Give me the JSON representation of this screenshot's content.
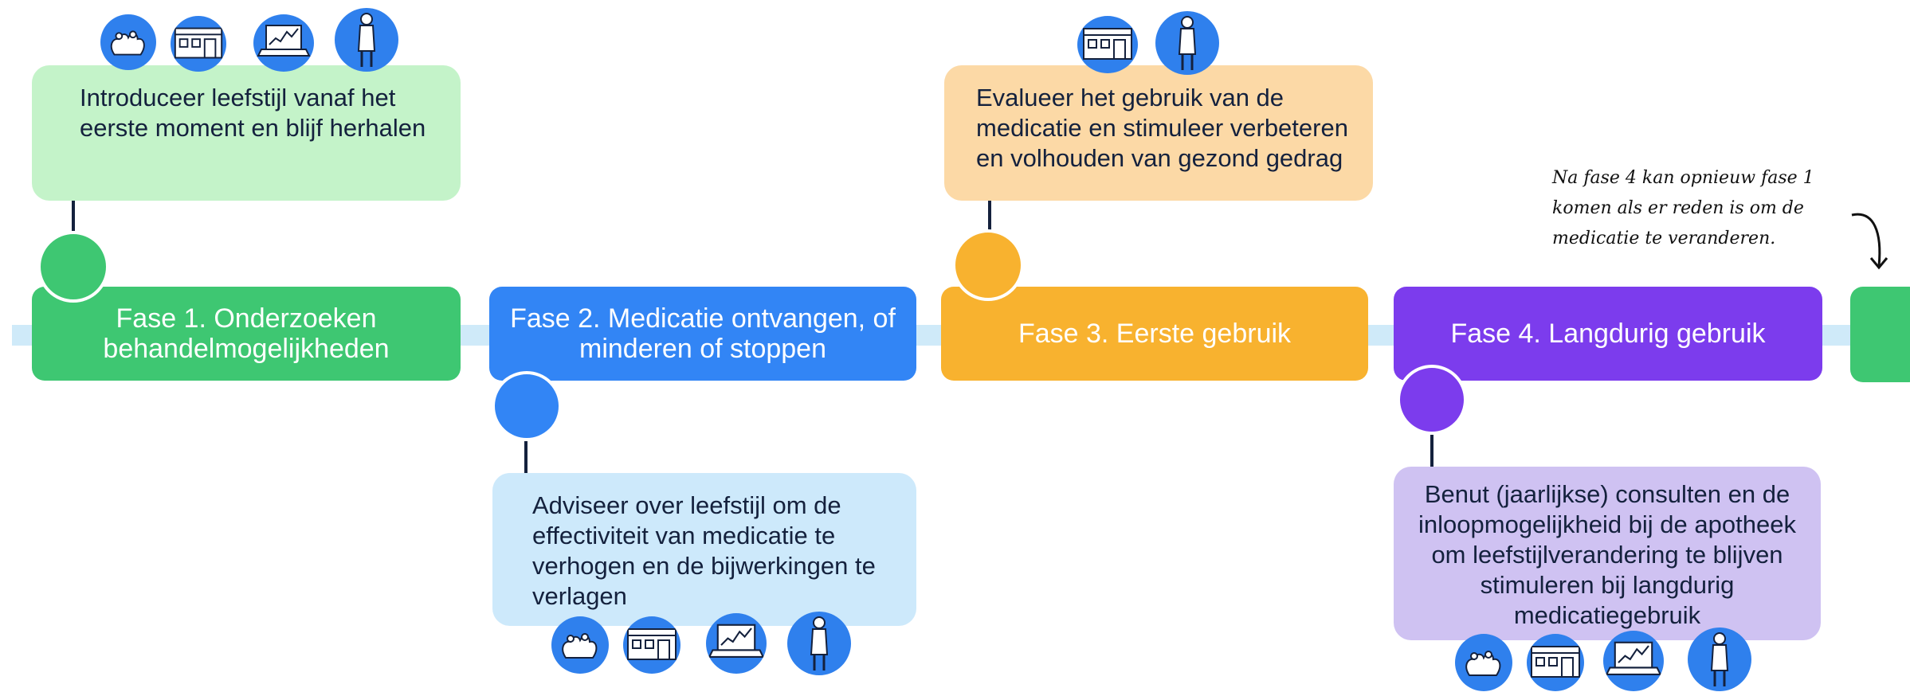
{
  "colors": {
    "phase1": "#3ec772",
    "phase2": "#3285f5",
    "phase3": "#f8b22f",
    "phase4": "#7c3ced",
    "note1": "#c4f3c9",
    "note2": "#cde9fb",
    "note3": "#fcd9a6",
    "note4": "#cfc2f2",
    "icon_bg": "#2f80ed",
    "track": "#cfeaf9"
  },
  "phases": [
    {
      "label": "Fase 1. Onderzoeken behandelmogelijkheden"
    },
    {
      "label": "Fase 2. Medicatie ontvangen, of minderen of stoppen"
    },
    {
      "label": "Fase 3. Eerste gebruik"
    },
    {
      "label": "Fase 4. Langdurig gebruik"
    }
  ],
  "notes": [
    {
      "text": "Introduceer leefstijl vanaf het eerste moment en blijf herhalen"
    },
    {
      "text": "Adviseer over leefstijl om de effectiviteit van medicatie te verhogen en de bijwerkingen te verlagen"
    },
    {
      "text": "Evalueer het gebruik van de medicatie en stimuleer verbeteren en volhouden van gezond gedrag"
    },
    {
      "text": "Benut (jaarlijkse) consulten en de inloopmogelijkheid bij de apotheek om leefstijlverandering te blijven stimuleren bij langdurig medicatiegebruik"
    }
  ],
  "loop_note": "Na fase 4 kan opnieuw fase 1 komen als er reden is om de medicatie te veranderen.",
  "icons": [
    "hands-icon",
    "pharmacy-icon",
    "laptop-icon",
    "person-icon"
  ]
}
